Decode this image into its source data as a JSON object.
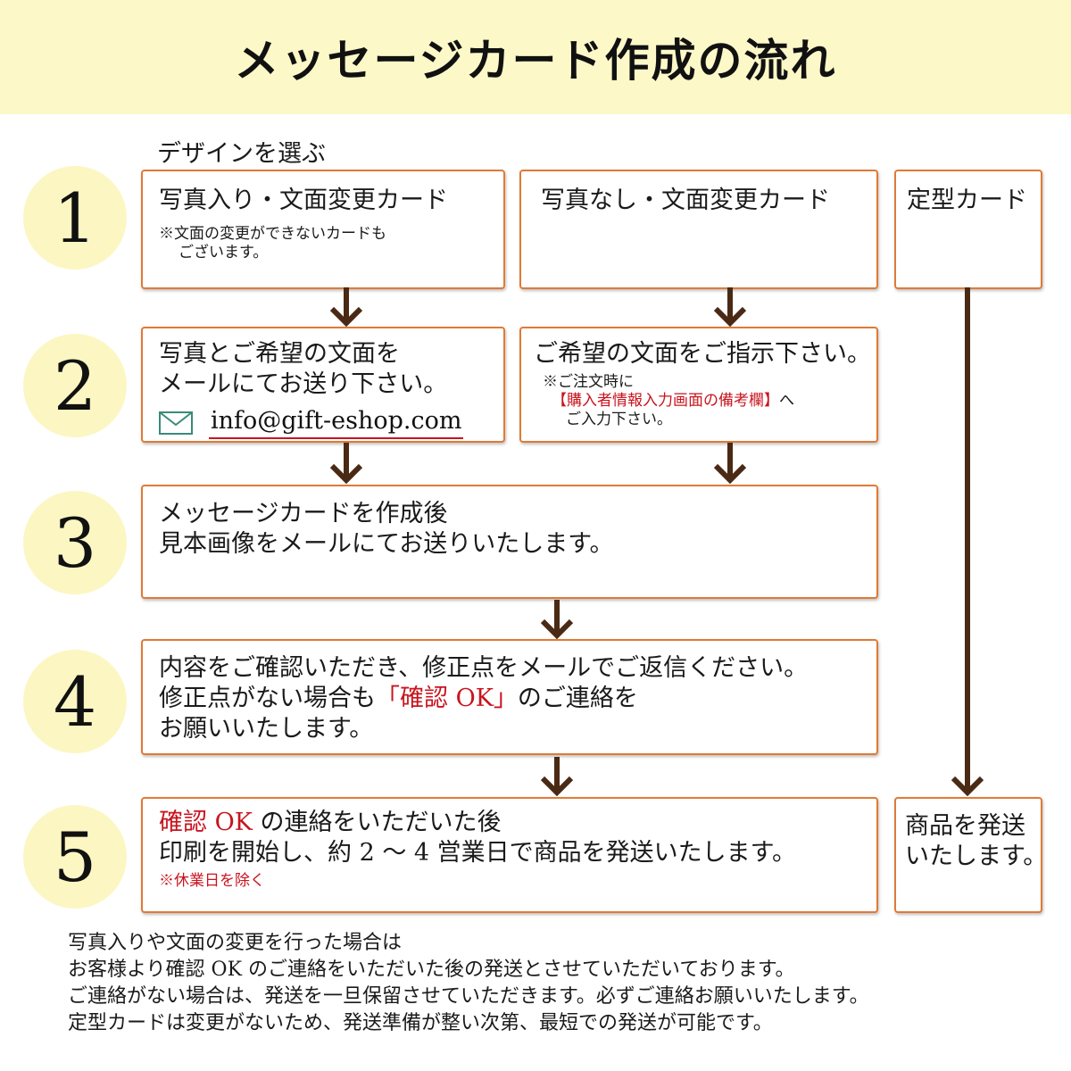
{
  "title": "メッセージカード作成の流れ",
  "subhead": "デザインを選ぶ",
  "steps": [
    "1",
    "2",
    "3",
    "4",
    "5"
  ],
  "step1": {
    "photo_card": {
      "title": "写真入り・文面変更カード",
      "note_line1": "※文面の変更ができないカードも",
      "note_line2": "ございます。"
    },
    "nophoto_card": {
      "title": "写真なし・文面変更カード"
    },
    "fixed_card": {
      "title": "定型カード"
    }
  },
  "step2": {
    "photo": {
      "line1": "写真とご希望の文面を",
      "line2": "メールにてお送り下さい。",
      "email": "info@gift-eshop.com"
    },
    "nophoto": {
      "line1": "ご希望の文面をご指示下さい。",
      "note_line1": "※ご注文時に",
      "note_line2_red": "【購入者情報入力画面の備考欄】",
      "note_line2_tail": "へ",
      "note_line3": "ご入力下さい。"
    }
  },
  "step3": {
    "line1": "メッセージカードを作成後",
    "line2": "見本画像をメールにてお送りいたします。"
  },
  "step4": {
    "line1": "内容をご確認いただき、修正点をメールでご返信ください。",
    "line2_pre": "修正点がない場合も",
    "line2_red": "「確認 OK」",
    "line2_post": "のご連絡を",
    "line3": "お願いいたします。"
  },
  "step5": {
    "line1_red": "確認 OK",
    "line1_post": " の連絡をいただいた後",
    "line2": "印刷を開始し、約 2 ～ 4 営業日で商品を発送いたします。",
    "note_red": "※休業日を除く"
  },
  "ship_box": {
    "line1": "商品を発送",
    "line2": "いたします。"
  },
  "footer": {
    "line1": "写真入りや文面の変更を行った場合は",
    "line2": "お客様より確認 OK のご連絡をいただいた後の発送とさせていただいております。",
    "line3": "ご連絡がない場合は、発送を一旦保留させていただきます。必ずご連絡お願いいたします。",
    "line4": "定型カードは変更がないため、発送準備が整い次第、最短での発送が可能です。"
  },
  "colors": {
    "banner": "#fcf8c8",
    "circle": "#fcf6c2",
    "box_border": "#e07a35",
    "arrow": "#4a2a14",
    "accent_red": "#c8141e",
    "mail_icon": "#3a8a7a"
  },
  "icons": {
    "email": "envelope-icon",
    "arrow": "arrow-down-icon"
  }
}
